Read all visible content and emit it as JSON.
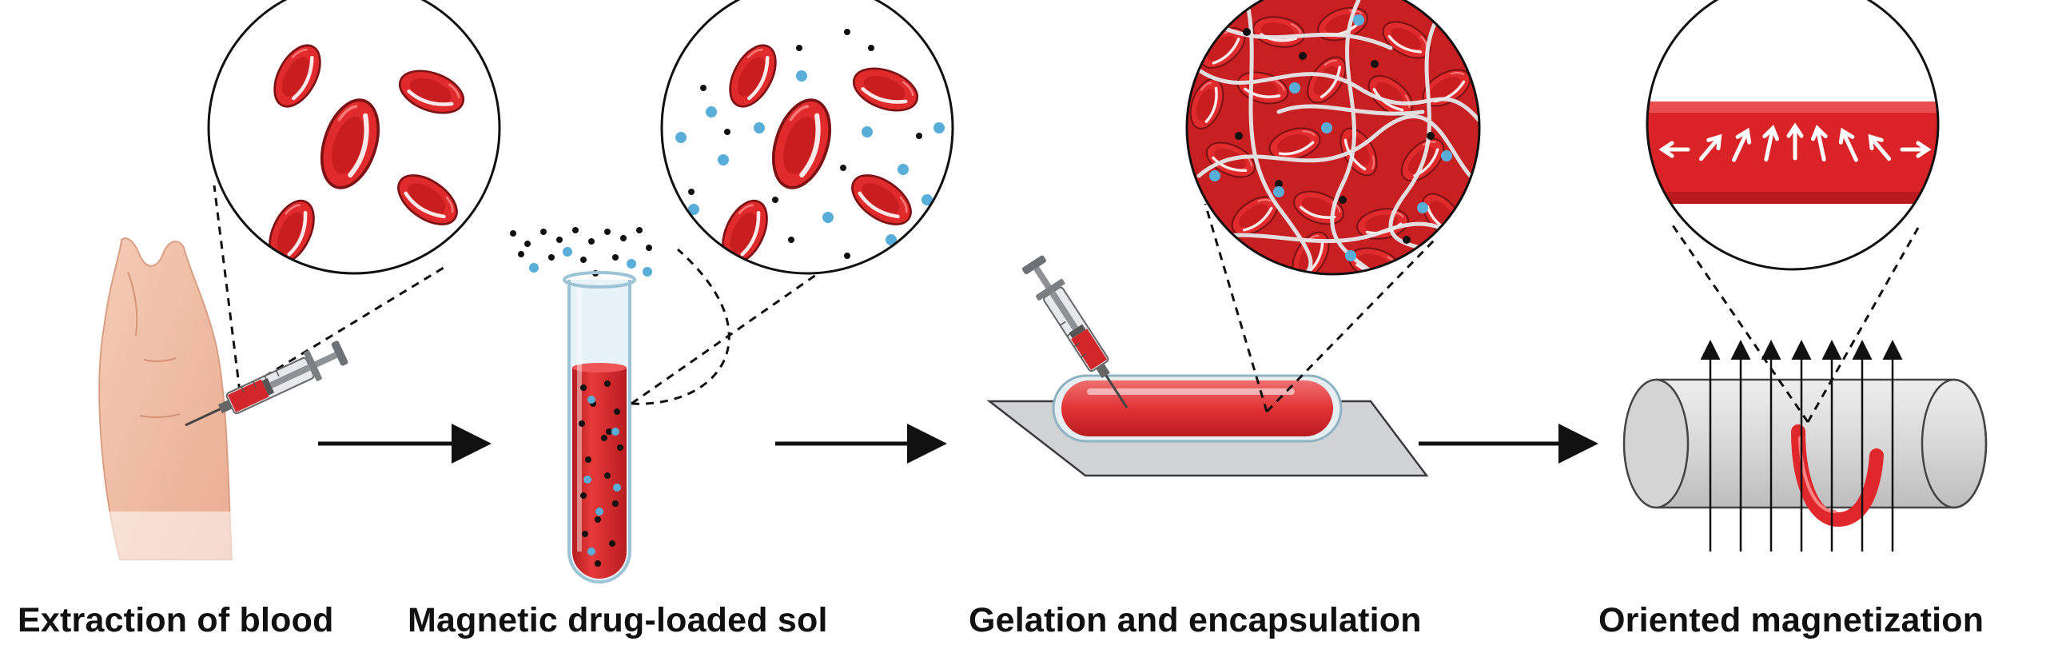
{
  "steps": [
    {
      "caption": "Extraction of blood"
    },
    {
      "caption": "Magnetic drug-loaded sol"
    },
    {
      "caption": "Gelation and encapsulation"
    },
    {
      "caption": "Oriented magnetization"
    }
  ],
  "colors": {
    "blood_red": "#d7282a",
    "cell_dark": "#8c1416",
    "drug_particle": "#58aed8",
    "magnetic_particle": "#111111",
    "fibrin": "#e4e6e8",
    "paw": "#f0bfa6",
    "arrow": "#111111"
  },
  "icons": [
    "syringe-icon",
    "paw-icon",
    "test-tube-icon",
    "red-blood-cell-icon",
    "magnetic-particle-icon",
    "drug-particle-icon",
    "glass-capillary-icon",
    "glass-slide-icon",
    "cylinder-magnet-icon",
    "field-line-icon",
    "magnetization-arrow-icon"
  ]
}
